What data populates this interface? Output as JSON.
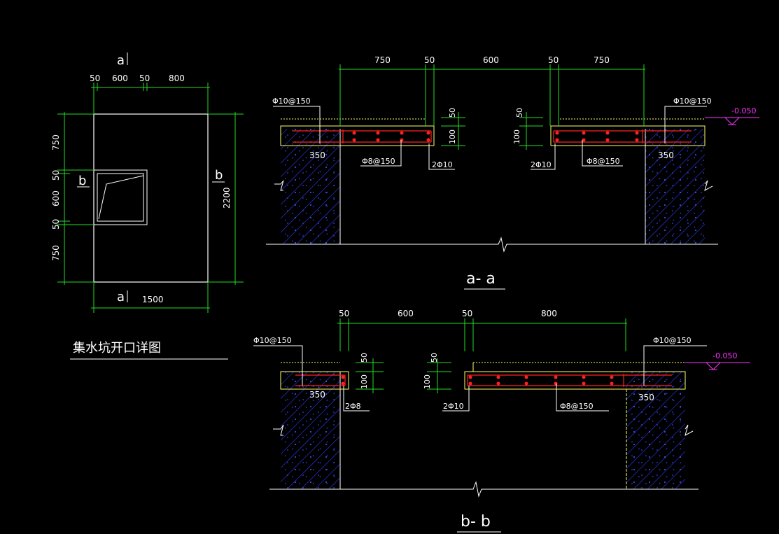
{
  "plan": {
    "section_mark_a_top": "a",
    "section_mark_a_bottom": "a",
    "section_mark_b_left": "b",
    "section_mark_b_right": "b",
    "top_dims": [
      "50",
      "600",
      "50",
      "800"
    ],
    "bottom_dim": "1500",
    "left_dims": [
      "750",
      "50",
      "600",
      "50",
      "750"
    ],
    "right_dim": "2200",
    "caption": "集水坑开口详图"
  },
  "section_aa": {
    "title": "a- a",
    "top_dims": [
      "750",
      "50",
      "600",
      "50",
      "750"
    ],
    "left_bar_label": "Φ10@150",
    "right_bar_label": "Φ10@150",
    "left_wall_dim": "350",
    "right_wall_dim": "350",
    "left_dist_bar": "Φ8@150",
    "right_dist_bar": "Φ8@150",
    "left_edge_bar": "2Φ10",
    "right_edge_bar": "2Φ10",
    "slab_dims": [
      "50",
      "100",
      "50",
      "100"
    ],
    "elevation": "-0.050"
  },
  "section_bb": {
    "title": "b- b",
    "top_dims": [
      "50",
      "600",
      "50",
      "800"
    ],
    "left_bar_label": "Φ10@150",
    "right_bar_label": "Φ10@150",
    "left_wall_dim": "350",
    "right_wall_dim": "350",
    "left_edge_bar": "2Φ8",
    "right_edge_bar": "2Φ10",
    "dist_bar": "Φ8@150",
    "slab_dims": [
      "50",
      "100",
      "50",
      "100"
    ],
    "elevation": "-0.050"
  }
}
